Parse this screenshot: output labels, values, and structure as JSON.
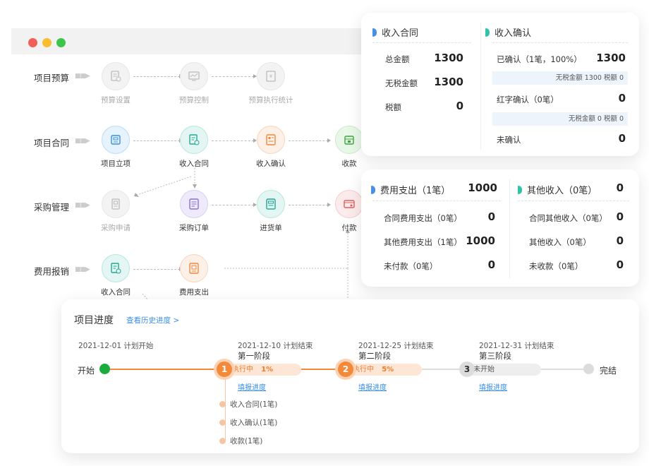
{
  "colors": {
    "accent_orange": "#f5893a",
    "accent_green": "#1aad3c",
    "link_blue": "#3a8ee6",
    "tag_blue": "#4a90e2",
    "tag_teal": "#2ec4a5",
    "window_red": "#f25f58",
    "window_yellow": "#f8be30",
    "window_green": "#3cc54a"
  },
  "flow": {
    "rows": [
      {
        "label": "项目预算",
        "nodes": [
          {
            "label": "预算设置",
            "icon": "budget-settings-icon"
          },
          {
            "label": "预算控制",
            "icon": "budget-control-icon"
          },
          {
            "label": "预算执行统计",
            "icon": "budget-stats-icon"
          }
        ]
      },
      {
        "label": "项目合同",
        "nodes": [
          {
            "label": "项目立项",
            "icon": "project-setup-icon"
          },
          {
            "label": "收入合同",
            "icon": "income-contract-icon"
          },
          {
            "label": "收入确认",
            "icon": "income-confirm-icon"
          },
          {
            "label": "收款",
            "icon": "receipt-icon"
          }
        ]
      },
      {
        "label": "采购管理",
        "nodes": [
          {
            "label": "采购申请",
            "icon": "purchase-request-icon"
          },
          {
            "label": "采购订单",
            "icon": "purchase-order-icon"
          },
          {
            "label": "进货单",
            "icon": "stock-in-icon"
          },
          {
            "label": "付款",
            "icon": "payment-icon"
          }
        ]
      },
      {
        "label": "费用报销",
        "nodes": [
          {
            "label": "收入合同",
            "icon": "income-contract-icon"
          },
          {
            "label": "费用支出",
            "icon": "expense-icon"
          }
        ]
      }
    ]
  },
  "income_card": {
    "contract": {
      "title": "收入合同",
      "rows": [
        {
          "label": "总金额",
          "value": "1300"
        },
        {
          "label": "无税金额",
          "value": "1300"
        },
        {
          "label": "税额",
          "value": "0"
        }
      ]
    },
    "confirm": {
      "title": "收入确认",
      "confirmed_label": "已确认（1笔，100%）",
      "confirmed_value": "1300",
      "confirmed_sub": "无税金额 1300 税额 0",
      "red_label": "红字确认（0笔）",
      "red_value": "0",
      "red_sub": "无税金额 0 税额 0",
      "unconfirmed_label": "未确认",
      "unconfirmed_value": "0"
    }
  },
  "expense_card": {
    "expense": {
      "title": "费用支出（1笔）",
      "total": "1000",
      "rows": [
        {
          "label": "合同费用支出（0笔）",
          "value": "0"
        },
        {
          "label": "其他费用支出（1笔）",
          "value": "1000"
        },
        {
          "label": "未付款（0笔）",
          "value": "0"
        }
      ]
    },
    "other_income": {
      "title": "其他收入（0笔）",
      "total": "0",
      "rows": [
        {
          "label": "合同其他收入（0笔）",
          "value": "0"
        },
        {
          "label": "其他收入（0笔）",
          "value": "0"
        },
        {
          "label": "未收款（0笔）",
          "value": "0"
        }
      ]
    }
  },
  "progress": {
    "title": "项目进度",
    "history_link": "查看历史进度 >",
    "start_date": "2021-12-01 计划开始",
    "start_label": "开始",
    "end_label": "完结",
    "fill_link": "填报进度",
    "stages": [
      {
        "num": "1",
        "date": "2021-12-10 计划结束",
        "name": "第一阶段",
        "status": "执行中",
        "percent": "1%",
        "progress": 0.01,
        "state": "active"
      },
      {
        "num": "2",
        "date": "2021-12-25 计划结束",
        "name": "第二阶段",
        "status": "执行中",
        "percent": "5%",
        "progress": 0.05,
        "state": "active"
      },
      {
        "num": "3",
        "date": "2021-12-31 计划结束",
        "name": "第三阶段",
        "status": "未开始",
        "percent": "",
        "progress": 0,
        "state": "pending"
      }
    ],
    "sub_items": [
      "收入合同(1笔)",
      "收入确认(1笔)",
      "收款(1笔)"
    ]
  }
}
